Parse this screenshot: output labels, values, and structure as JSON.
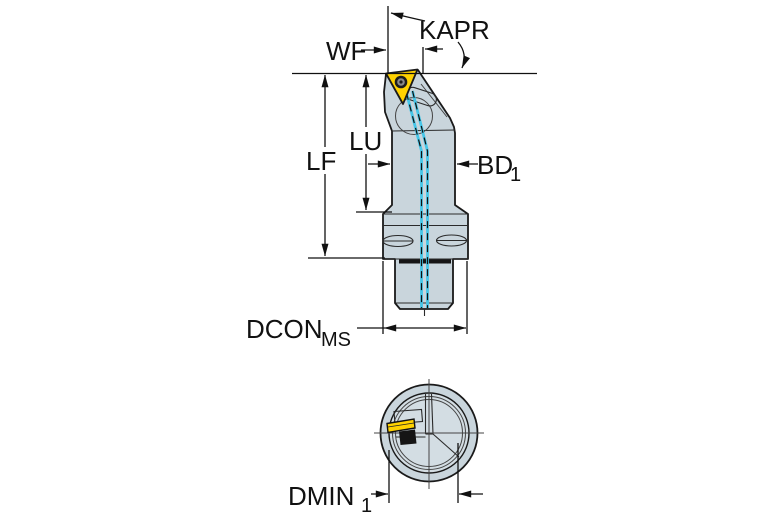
{
  "diagram": {
    "type": "technical-dimension-drawing",
    "subject": "turning-tool-holder-with-triangular-insert",
    "views": {
      "side_view": "tool holder side profile with insert, neck, flange and coupling shank",
      "end_view": "coupling end view circle with insert tip"
    },
    "labels": {
      "kapr": "KAPR",
      "wf": "WF",
      "lf": "LF",
      "lu": "LU",
      "bd": "BD",
      "bd_sub": "1",
      "dcon": "DCON",
      "dcon_sub": "MS",
      "dmin": "DMIN",
      "dmin_sub": "1"
    },
    "colors": {
      "background": "#ffffff",
      "body": "#c9d5dc",
      "body_light": "#d3dde3",
      "slot_fill": "#d2dce2",
      "insert_yellow": "#ffd200",
      "coolant_cyan": "#45c6e8",
      "line_black": "#1a1a1a",
      "screw_dark": "#1d1d1d",
      "screw_ring": "#8a8a8a",
      "clamp_dark": "#151515"
    }
  }
}
